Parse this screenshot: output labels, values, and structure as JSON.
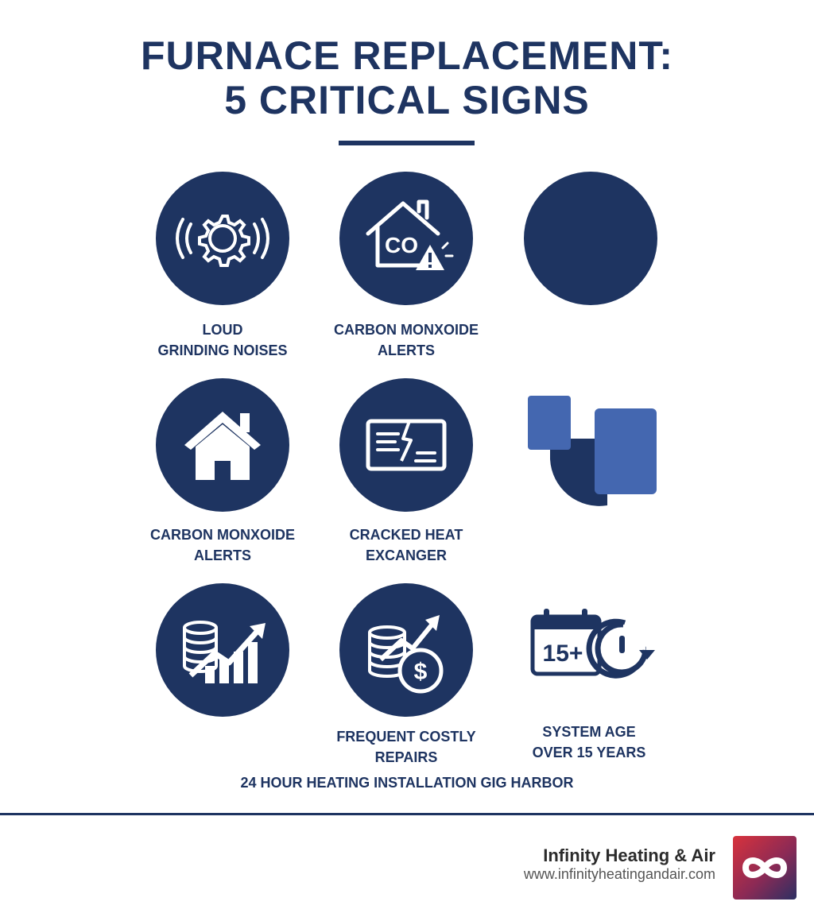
{
  "title": {
    "line1": "FURNACE REPLACEMENT:",
    "line2": "5 CRITICAL SIGNS"
  },
  "items": [
    {
      "icon": "gear-noise-icon",
      "lines": [
        "LOUD",
        "GRINDING NOISES"
      ]
    },
    {
      "icon": "house-co-warning-icon",
      "co_text": "CO",
      "lines": [
        "CARBON MONXOIDE",
        "ALERTS"
      ]
    },
    {
      "icon": "blank-circle-icon",
      "lines": []
    },
    {
      "icon": "house-icon",
      "lines": [
        "CARBON MONXOIDE",
        "ALERTS"
      ]
    },
    {
      "icon": "cracked-panel-icon",
      "lines": [
        "CRACKED HEAT",
        "EXCANGER"
      ]
    },
    {
      "icon": "abstract-shapes-icon",
      "lines": []
    },
    {
      "icon": "coins-rising-chart-icon",
      "lines": []
    },
    {
      "icon": "coins-dollar-arrow-icon",
      "dollar_text": "$",
      "lines": [
        "FREQUENT COSTLY",
        "REPAIRS"
      ]
    },
    {
      "icon": "calendar-clock-icon",
      "calendar_text": "15+",
      "lines": [
        "SYSTEM AGE",
        "OVER 15 YEARS"
      ]
    }
  ],
  "caption": "24 HOUR HEATING INSTALLATION GIG HARBOR",
  "footer": {
    "brand_name": "Infinity Heating & Air",
    "brand_url": "www.infinityheatingandair.com",
    "logo_icon": "infinity-logo-icon"
  },
  "colors": {
    "navy": "#1e3461",
    "accent_blue": "#4467b0",
    "logo_red": "#d8323c",
    "background": "#ffffff"
  }
}
